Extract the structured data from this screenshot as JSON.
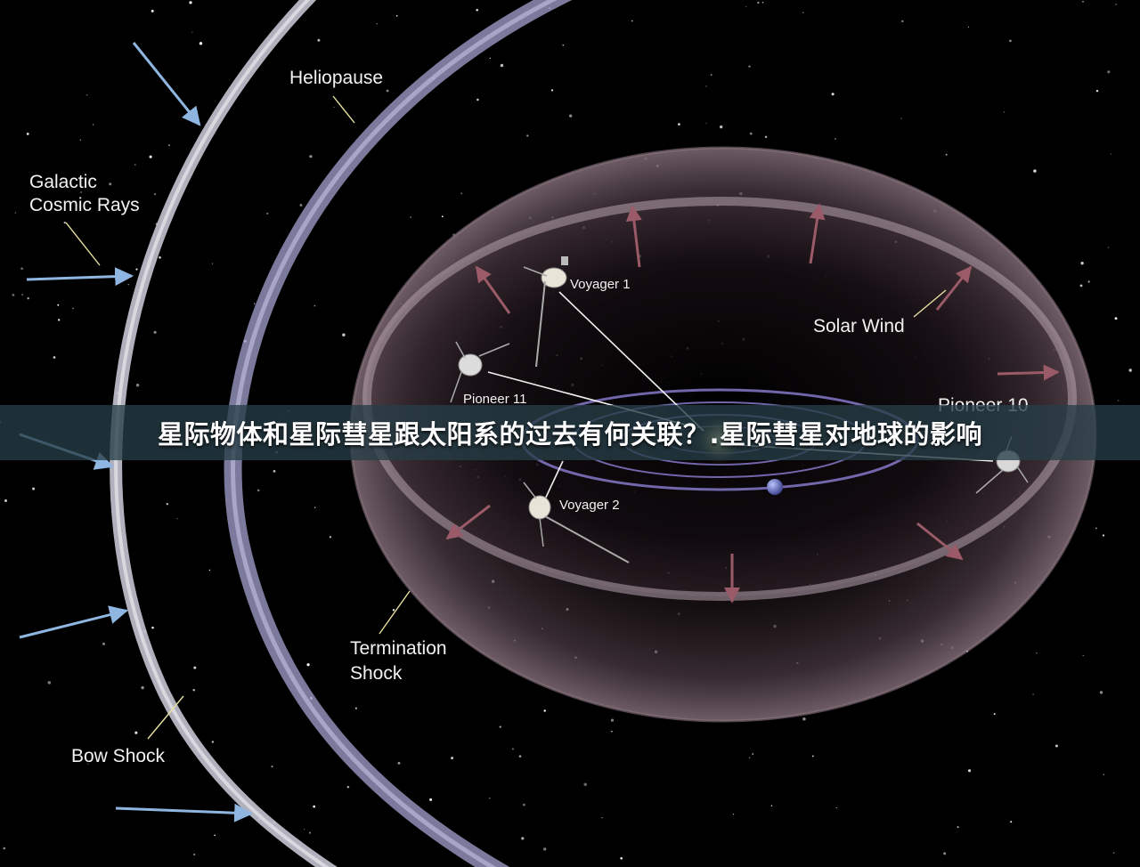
{
  "diagram": {
    "labels": {
      "heliopause": "Heliopause",
      "galactic_line1": "Galactic",
      "galactic_line2": "Cosmic Rays",
      "solar_wind": "Solar Wind",
      "voyager1": "Voyager 1",
      "voyager2": "Voyager 2",
      "pioneer11": "Pioneer 11",
      "pioneer10": "Pioneer 10",
      "termination_line1": "Termination",
      "termination_line2": "Shock",
      "bow_shock": "Bow Shock"
    }
  },
  "banner": {
    "title": "星际物体和星际彗星跟太阳系的过去有何关联？.星际彗星对地球的影响"
  },
  "colors": {
    "background": "#000000",
    "bow_shock": "#c9c9d9",
    "heliopause": "#a6a3d0",
    "heliosphere": "#6b5560",
    "solar_wind_arrow": "#9a5a68",
    "cosmic_ray_arrow": "#8fb6e0",
    "orbit": "#8478c8",
    "banner_bg": "#263e46"
  }
}
